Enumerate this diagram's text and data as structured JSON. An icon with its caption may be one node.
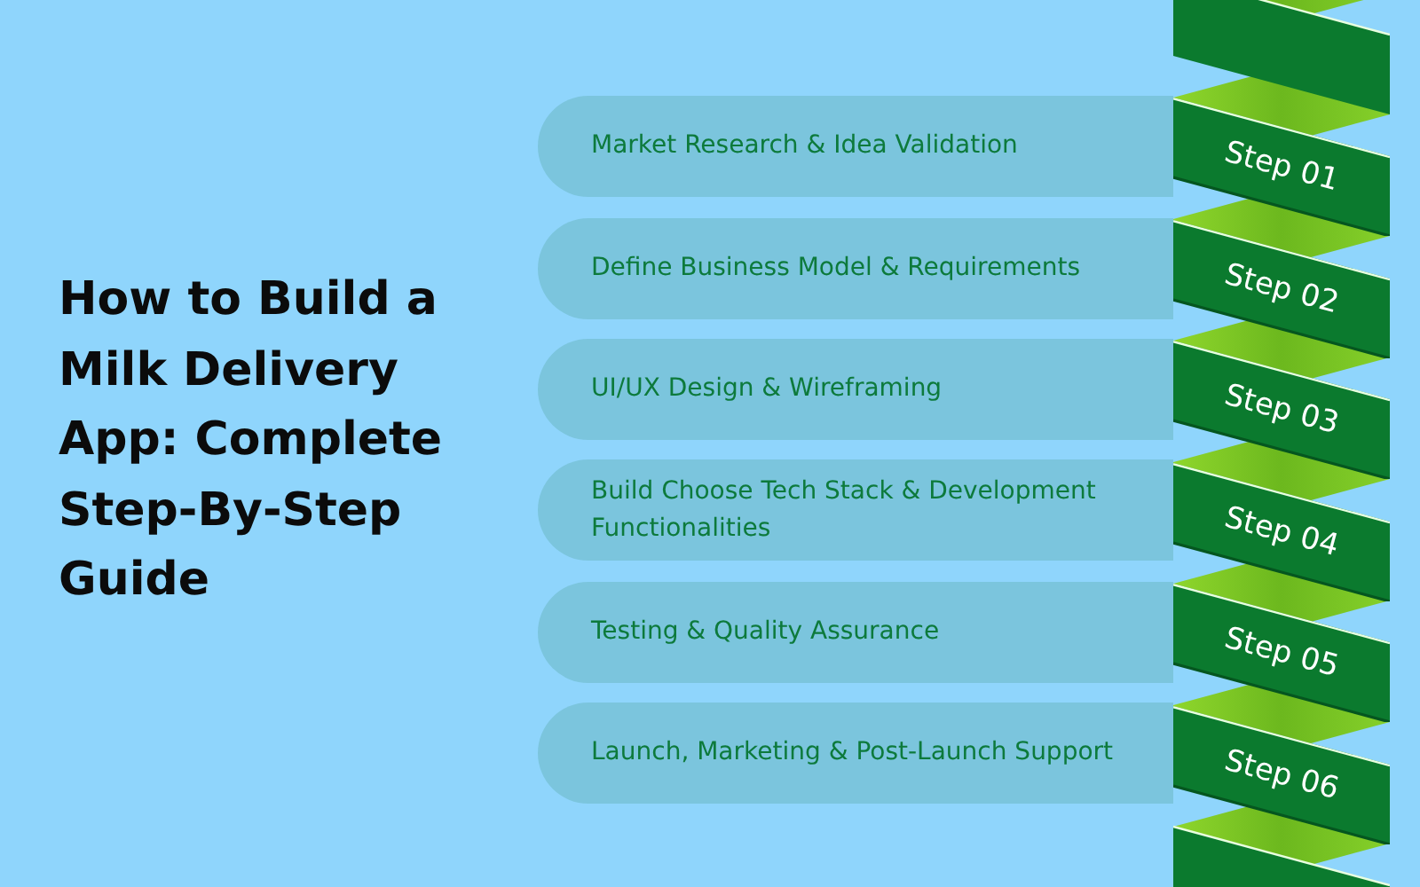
{
  "diagram": {
    "title": "How to Build a Milk Delivery App: Complete Step-By-Step Guide",
    "nodes": [
      {
        "text": [
          "Market Research & Idea Validation"
        ]
      },
      {
        "text": [
          "Step 01"
        ]
      },
      {
        "text": [
          "Define Business Model & Requirements"
        ]
      },
      {
        "text": [
          "Step 02"
        ]
      },
      {
        "text": [
          "UI/UX Design & Wireframing"
        ]
      },
      {
        "text": [
          "Step 03"
        ]
      },
      {
        "text": [
          "Build Choose Tech Stack & Development Functionalities"
        ]
      },
      {
        "text": [
          "Step 04"
        ]
      },
      {
        "text": [
          "Testing & Quality Assurance"
        ]
      },
      {
        "text": [
          "Step 05"
        ]
      },
      {
        "text": [
          "Launch, Marketing & Post-Launch Support"
        ]
      },
      {
        "text": [
          "Step 06"
        ]
      }
    ]
  }
}
